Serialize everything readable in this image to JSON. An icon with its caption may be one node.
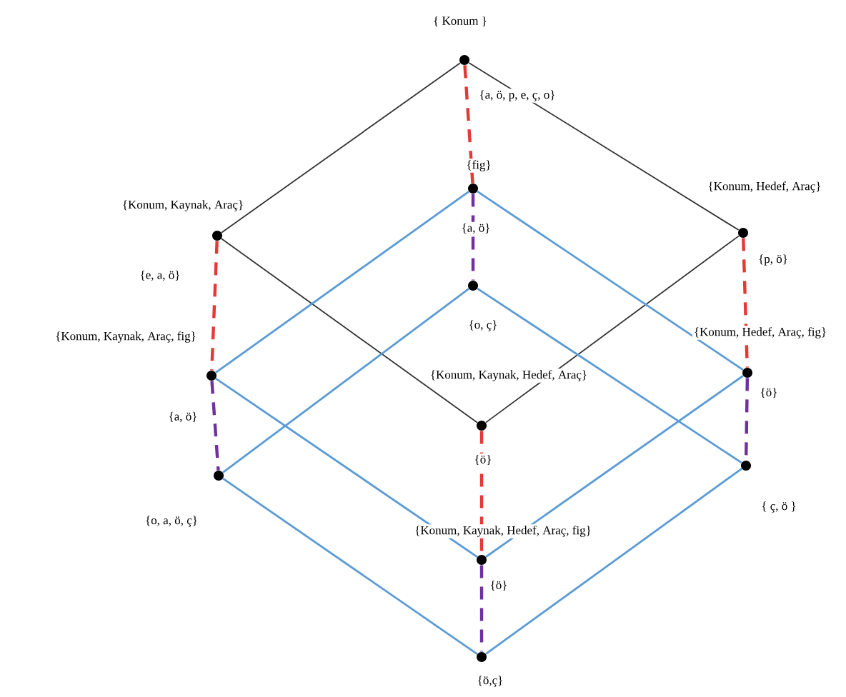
{
  "diagram": {
    "nodes": [
      {
        "text": [
          "{ Konum }"
        ]
      },
      {
        "text": [
          "{fig}"
        ]
      },
      {
        "text": [
          "{Konum, Kaynak, Araç}"
        ]
      },
      {
        "text": [
          "{Konum, Hedef, Araç}"
        ]
      },
      {
        "text": [
          "{o, ç}"
        ]
      },
      {
        "text": [
          "{Konum, Kaynak, Araç, fig}"
        ]
      },
      {
        "text": [
          "{Konum, Hedef, Araç, fig}"
        ]
      },
      {
        "text": [
          "{Konum, Kaynak, Hedef, Araç}"
        ]
      },
      {
        "text": [
          "{o, a, ö, ç}"
        ]
      },
      {
        "text": [
          "{ ç, ö }"
        ]
      },
      {
        "text": [
          "{Konum, Kaynak, Hedef, Araç, fig}"
        ]
      },
      {
        "text": [
          "{ö,ç}"
        ]
      }
    ],
    "edges": [
      {
        "from": 0,
        "to": 2,
        "arrow": "none",
        "color": "#333333"
      },
      {
        "from": 0,
        "to": 3,
        "arrow": "none",
        "color": "#333333"
      },
      {
        "from": 2,
        "to": 7,
        "arrow": "none",
        "color": "#333333"
      },
      {
        "from": 3,
        "to": 7,
        "arrow": "none",
        "color": "#333333"
      },
      {
        "from": 1,
        "to": 5,
        "arrow": "none"
      },
      {
        "from": 1,
        "to": 6,
        "arrow": "none"
      },
      {
        "from": 5,
        "to": 10,
        "arrow": "none"
      },
      {
        "from": 6,
        "to": 10,
        "arrow": "none"
      },
      {
        "from": 4,
        "to": 8,
        "arrow": "none"
      },
      {
        "from": 4,
        "to": 9,
        "arrow": "none"
      },
      {
        "from": 8,
        "to": 11,
        "arrow": "none"
      },
      {
        "from": 9,
        "to": 11,
        "arrow": "none"
      },
      {
        "from": 0,
        "to": 1,
        "arrow": "none",
        "label": "{a, ö, p, e, ç, o}",
        "style": "dashed",
        "color": "#e53935"
      },
      {
        "from": 1,
        "to": 4,
        "arrow": "none",
        "label": "{a, ö}",
        "style": "dashed",
        "color": "#7030a0"
      },
      {
        "from": 2,
        "to": 5,
        "arrow": "none",
        "label": "{e, a, ö}",
        "style": "dashed",
        "color": "#e53935"
      },
      {
        "from": 5,
        "to": 8,
        "arrow": "none",
        "label": "{a, ö}",
        "style": "dashed",
        "color": "#7030a0"
      },
      {
        "from": 3,
        "to": 6,
        "arrow": "none",
        "label": "{p, ö}",
        "style": "dashed",
        "color": "#e53935"
      },
      {
        "from": 6,
        "to": 9,
        "arrow": "none",
        "label": "{ö}",
        "style": "dashed",
        "color": "#7030a0"
      },
      {
        "from": 7,
        "to": 10,
        "arrow": "none",
        "label": "{ö}",
        "style": "dashed",
        "color": "#e53935"
      },
      {
        "from": 10,
        "to": 11,
        "arrow": "none",
        "label": "{ö}",
        "style": "dashed",
        "color": "#7030a0"
      }
    ]
  }
}
